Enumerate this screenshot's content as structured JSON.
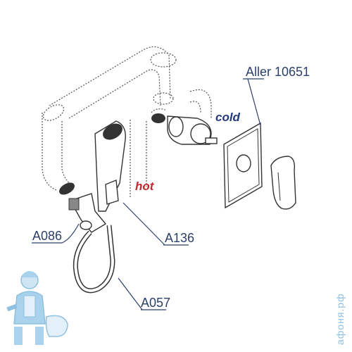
{
  "labels": {
    "product": "Aller 10651",
    "part_a086": "A086",
    "part_a136": "A136",
    "part_a057": "A057",
    "hot": "hot",
    "cold": "cold"
  },
  "watermark": "афоня.рф",
  "colors": {
    "label": "#2b3f6b",
    "hot": "#c0282d",
    "cold": "#243a7a",
    "watermark": "#8fc0e0"
  },
  "icons": {
    "mascot": "plumber-mascot-icon"
  }
}
